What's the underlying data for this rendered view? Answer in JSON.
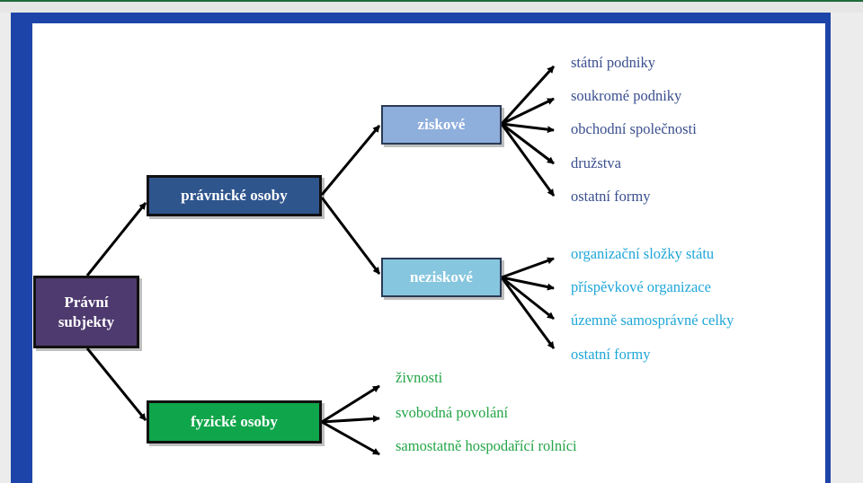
{
  "diagram": {
    "root": {
      "label": "Právní subjekty",
      "color": "#4e3a6e"
    },
    "branches": [
      {
        "label": "právnické osoby",
        "color": "#2f558d",
        "children": [
          {
            "label": "ziskové",
            "color": "#8eaedc",
            "leaf_color": "#3a4f8e",
            "leaves": [
              "státní podniky",
              "soukromé podniky",
              "obchodní společnosti",
              "družstva",
              "ostatní formy"
            ]
          },
          {
            "label": "neziskové",
            "color": "#86c6de",
            "leaf_color": "#1fa6d8",
            "leaves": [
              "organizační složky státu",
              "příspěvkové organizace",
              "územně samosprávné celky",
              "ostatní formy"
            ]
          }
        ]
      },
      {
        "label": "fyzické osoby",
        "color": "#0fa54a",
        "leaf_color": "#24a548",
        "leaves": [
          "živnosti",
          "svobodná povolání",
          "samostatně hospodařící rolníci"
        ]
      }
    ]
  }
}
